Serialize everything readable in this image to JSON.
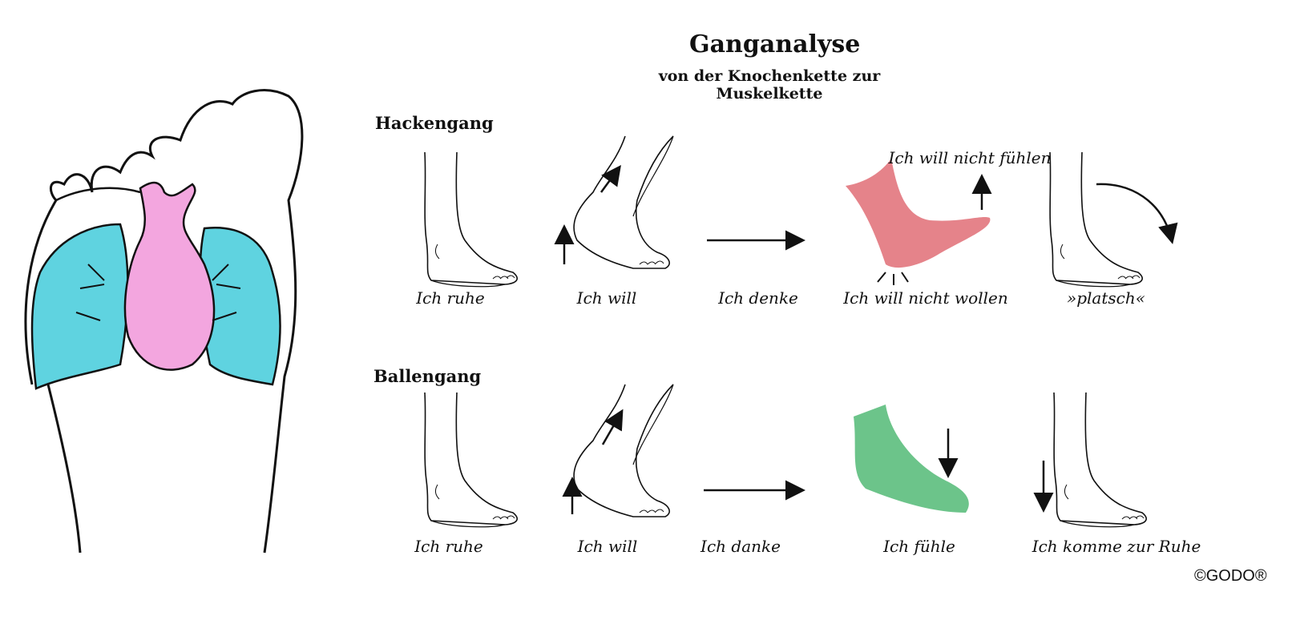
{
  "title": "Ganganalyse",
  "subtitle": "von der Knochenkette zur Muskelkette",
  "sections": [
    {
      "name": "Hackengang",
      "steps": [
        "Ich ruhe",
        "Ich will",
        "Ich denke",
        "Ich will nicht wollen",
        "»platsch«"
      ],
      "annotation": "Ich will nicht fühlen",
      "highlight_color": "#e5838a"
    },
    {
      "name": "Ballengang",
      "steps": [
        "Ich ruhe",
        "Ich will",
        "Ich danke",
        "Ich fühle",
        "Ich komme zur Ruhe"
      ],
      "highlight_color": "#6cc48a"
    }
  ],
  "colors": {
    "lungs": "#5fd3e0",
    "heart": "#f3a6df"
  },
  "copyright": "©GODO®"
}
